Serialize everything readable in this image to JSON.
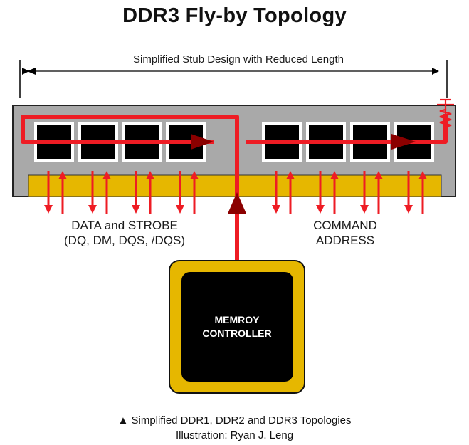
{
  "diagram": {
    "title": "DDR3 Fly-by Topology",
    "span_label": "Simplified Stub Design with Reduced Length",
    "data_group": {
      "line1": "DATA and STROBE",
      "line2": "(DQ, DM, DQS, /DQS)"
    },
    "command_group": {
      "line1": "COMMAND",
      "line2": "ADDRESS"
    },
    "controller": {
      "line1": "MEMROY",
      "line2": "CONTROLLER"
    },
    "caption": {
      "line1": "▲ Simplified DDR1, DDR2 and DDR3 Topologies",
      "line2": "Illustration: Ryan J. Leng"
    },
    "chip_count": 8,
    "colors": {
      "module": "#a9a9a9",
      "chip": "#000000",
      "gold_strip": "#e6b700",
      "signal": "#ee1c24",
      "arrow_dark": "#8b0000",
      "controller_frame": "#e6b700"
    },
    "icons": [
      "termination-resistor-icon",
      "double-headed-dimension-arrow-icon"
    ]
  }
}
